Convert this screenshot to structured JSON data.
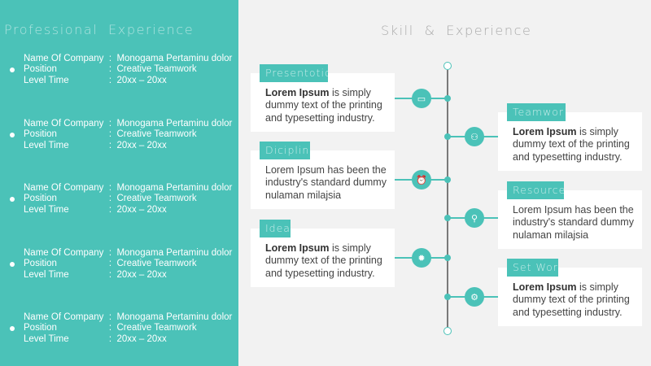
{
  "left_panel": {
    "title": "Professional Experience",
    "entries": [
      {
        "name_label": "Name Of Company",
        "name": "Monogama Pertaminu dolor",
        "position_label": "Position",
        "position": "Creative Teamwork",
        "time_label": "Level Time",
        "time": "20xx – 20xx"
      },
      {
        "name_label": "Name Of Company",
        "name": "Monogama Pertaminu dolor",
        "position_label": "Position",
        "position": "Creative Teamwork",
        "time_label": "Level Time",
        "time": "20xx – 20xx"
      },
      {
        "name_label": "Name Of Company",
        "name": "Monogama Pertaminu dolor",
        "position_label": "Position",
        "position": "Creative Teamwork",
        "time_label": "Level Time",
        "time": "20xx – 20xx"
      },
      {
        "name_label": "Name Of Company",
        "name": "Monogama Pertaminu dolor",
        "position_label": "Position",
        "position": "Creative Teamwork",
        "time_label": "Level Time",
        "time": "20xx – 20xx"
      },
      {
        "name_label": "Name Of Company",
        "name": "Monogama Pertaminu dolor",
        "position_label": "Position",
        "position": "Creative Teamwork",
        "time_label": "Level Time",
        "time": "20xx – 20xx"
      }
    ]
  },
  "right_panel": {
    "title": "Skill & Experience",
    "cards": [
      {
        "tag": "Presentotion",
        "bold": "Lorem Ipsum",
        "text": " is simply dummy text of the printing and typesetting industry.",
        "icon": "presentation-icon"
      },
      {
        "tag": "Teamwork",
        "bold": "Lorem Ipsum",
        "text": " is simply dummy text of the printing and typesetting industry.",
        "icon": "team-icon"
      },
      {
        "tag": "Dicipline",
        "bold": "",
        "text": "Lorem Ipsum has been the industry's standard dummy nulaman milajsia",
        "icon": "alarm-clock-icon"
      },
      {
        "tag": "Resource",
        "bold": "",
        "text": "Lorem Ipsum has been the industry's standard dummy nulaman milajsia",
        "icon": "search-icon"
      },
      {
        "tag": "Idea",
        "bold": "Lorem Ipsum",
        "text": " is simply dummy text of the printing and typesetting industry.",
        "icon": "lightbulb-icon"
      },
      {
        "tag": "Set Work",
        "bold": "Lorem Ipsum",
        "text": " is simply dummy text of the printing and typesetting industry.",
        "icon": "gear-icon"
      }
    ]
  },
  "colors": {
    "accent": "#4bc2b8",
    "background": "#f2f2f2"
  }
}
